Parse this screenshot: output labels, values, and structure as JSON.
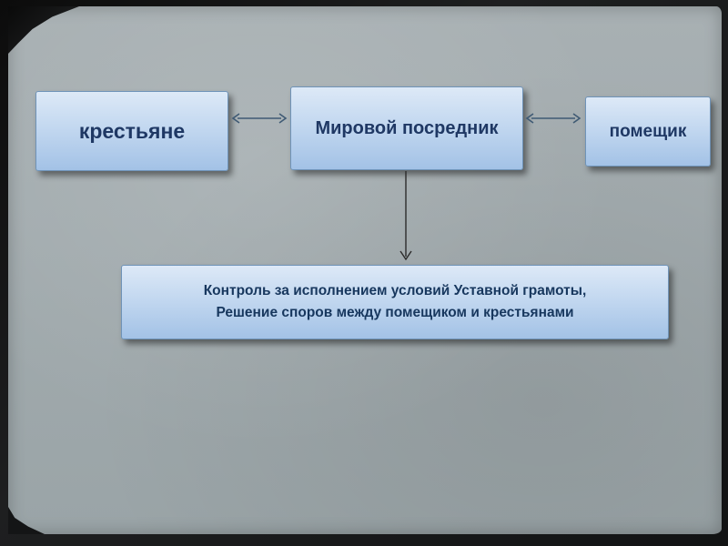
{
  "slide": {
    "boxes": {
      "peasants": {
        "label": "крестьяне"
      },
      "mediator": {
        "label": "Мировой посредник"
      },
      "landlord": {
        "label": "помещик"
      },
      "functions": {
        "line1": "Контроль за исполнением условий Уставной грамоты,",
        "line2": "Решение споров между помещиком и крестьянами"
      }
    },
    "colors": {
      "box_fill_top": "#dde9f7",
      "box_fill_bottom": "#a3c2e6",
      "box_border": "#6f93b8",
      "box_text": "#1f3864",
      "background": "#a2abae",
      "frame": "#141516",
      "arrow": "#3f5a74"
    }
  }
}
